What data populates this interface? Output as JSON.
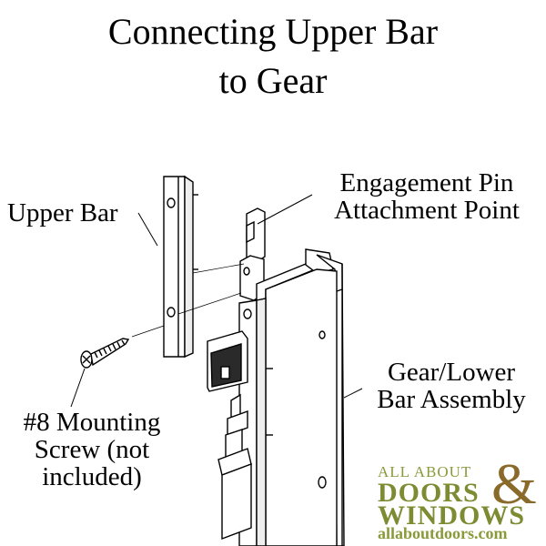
{
  "title": {
    "line1": "Connecting Upper Bar",
    "line2": "to Gear"
  },
  "labels": {
    "upper_bar": "Upper Bar",
    "engagement_line1": "Engagement Pin",
    "engagement_line2": "Attachment Point",
    "gear_line1": "Gear/Lower",
    "gear_line2": "Bar Assembly",
    "screw_line1": "#8 Mounting",
    "screw_line2": "Screw (not",
    "screw_line3": "included)"
  },
  "logo": {
    "top": "ALL ABOUT",
    "doors": "DOORS",
    "windows": "WINDOWS",
    "ampersand": "&",
    "url": "allaboutdoors.com"
  },
  "colors": {
    "line": "#000000",
    "logo_green": "#7d8c32",
    "logo_brown": "#8a6a2a"
  }
}
